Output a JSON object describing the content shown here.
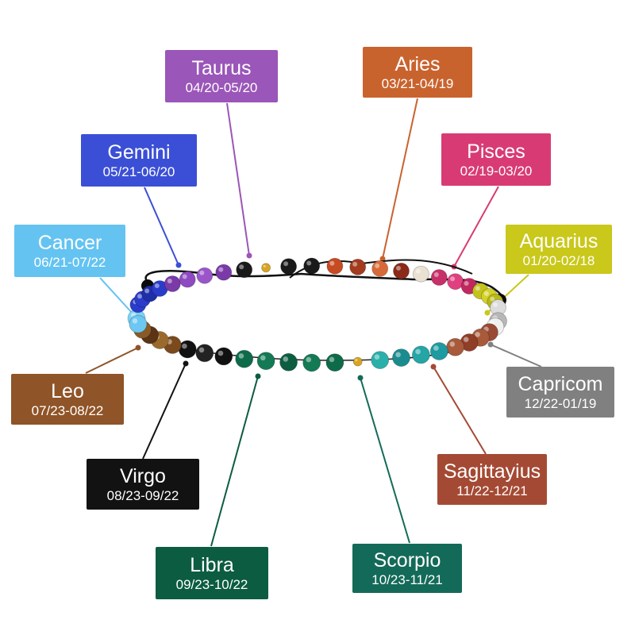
{
  "signs": [
    {
      "key": "taurus",
      "name": "Taurus",
      "dates": "04/20-05/20",
      "color": "#9a56b8"
    },
    {
      "key": "aries",
      "name": "Aries",
      "dates": "03/21-04/19",
      "color": "#c9632e"
    },
    {
      "key": "gemini",
      "name": "Gemini",
      "dates": "05/21-06/20",
      "color": "#3b4fd6"
    },
    {
      "key": "pisces",
      "name": "Pisces",
      "dates": "02/19-03/20",
      "color": "#d83b73"
    },
    {
      "key": "cancer",
      "name": "Cancer",
      "dates": "06/21-07/22",
      "color": "#64c3f1"
    },
    {
      "key": "aquarius",
      "name": "Aquarius",
      "dates": "01/20-02/18",
      "color": "#c9c81b"
    },
    {
      "key": "leo",
      "name": "Leo",
      "dates": "07/23-08/22",
      "color": "#8f5427"
    },
    {
      "key": "capricorn",
      "name": "Capricom",
      "dates": "12/22-01/19",
      "color": "#808080"
    },
    {
      "key": "virgo",
      "name": "Virgo",
      "dates": "08/23-09/22",
      "color": "#121212"
    },
    {
      "key": "sagittarius",
      "name": "Sagittayius",
      "dates": "11/22-12/21",
      "color": "#a44a34"
    },
    {
      "key": "libra",
      "name": "Libra",
      "dates": "09/23-10/22",
      "color": "#0c5c41"
    },
    {
      "key": "scorpio",
      "name": "Scorpio",
      "dates": "10/23-11/21",
      "color": "#146a59"
    }
  ]
}
